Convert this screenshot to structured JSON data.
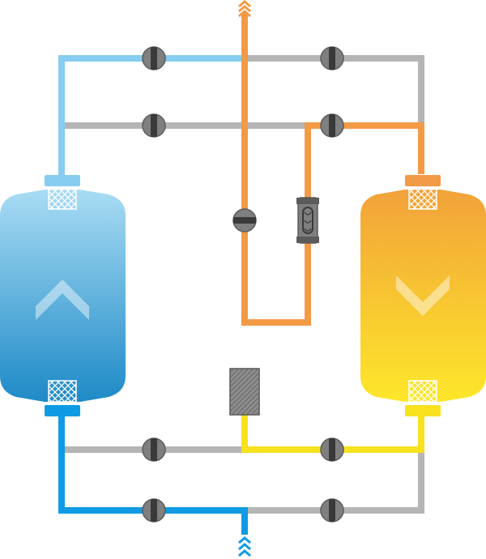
{
  "colors": {
    "pipe_gray": "#b5b5b5",
    "pipe_light_blue": "#86cdf1",
    "pipe_blue": "#0f9be4",
    "pipe_orange": "#f39a47",
    "pipe_yellow": "#f8e11e",
    "valve_body": "#7f7f7f",
    "valve_outline": "#5b5b5b",
    "valve_slot": "#3a3a3a",
    "tank_blue_top": "#a9dcf4",
    "tank_blue_bottom": "#1e8ac7",
    "tank_orange_top": "#f2a23a",
    "tank_orange_bottom": "#fde72a",
    "filter_mesh": "#ffffff",
    "muffler": "#8e8e8e",
    "flow_chevron": "#ffffff"
  },
  "components": {
    "left_tank": {
      "flow_direction": "up",
      "icon": "chevron-up-icon"
    },
    "right_tank": {
      "flow_direction": "down",
      "icon": "chevron-down-icon"
    },
    "valves": [
      {
        "id": "valve-top-left",
        "icon": "valve-icon"
      },
      {
        "id": "valve-top-right",
        "icon": "valve-icon"
      },
      {
        "id": "valve-upper-left",
        "icon": "valve-icon"
      },
      {
        "id": "valve-upper-right",
        "icon": "valve-icon"
      },
      {
        "id": "valve-center-orange",
        "icon": "valve-icon"
      },
      {
        "id": "valve-lower-left",
        "icon": "valve-icon"
      },
      {
        "id": "valve-lower-right",
        "icon": "valve-icon"
      },
      {
        "id": "valve-bottom-left",
        "icon": "valve-icon"
      },
      {
        "id": "valve-bottom-right",
        "icon": "valve-icon"
      }
    ],
    "check_valve": {
      "icon": "check-valve-icon"
    },
    "exhaust_muffler": {
      "icon": "muffler-icon"
    },
    "inlet_flow": {
      "direction": "up",
      "icon": "inlet-chevron-icon"
    },
    "outlet_flow": {
      "direction": "up",
      "icon": "outlet-chevron-icon"
    }
  }
}
